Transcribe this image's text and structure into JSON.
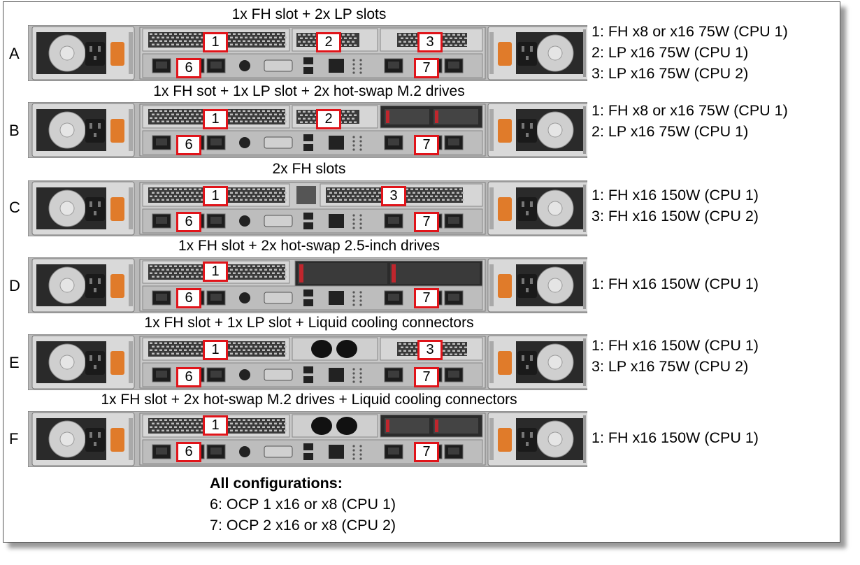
{
  "configs": [
    {
      "letter": "A",
      "title": "1x FH slot + 2x LP slots",
      "slot_lines": [
        "1: FH x8 or x16 75W (CPU 1)",
        "2: LP x16 75W (CPU 1)",
        "3: LP x16 75W (CPU 2)"
      ],
      "badges": [
        "1",
        "2",
        "3",
        "6",
        "7"
      ]
    },
    {
      "letter": "B",
      "title": "1x FH sot + 1x LP slot + 2x hot-swap M.2 drives",
      "slot_lines": [
        "1: FH x8 or x16 75W (CPU 1)",
        "2: LP x16 75W (CPU 1)"
      ],
      "badges": [
        "1",
        "2",
        "6",
        "7"
      ]
    },
    {
      "letter": "C",
      "title": "2x FH slots",
      "slot_lines": [
        "1: FH x16 150W (CPU 1)",
        "3: FH x16 150W (CPU 2)"
      ],
      "badges": [
        "1",
        "3",
        "6",
        "7"
      ]
    },
    {
      "letter": "D",
      "title": "1x FH slot + 2x hot-swap 2.5-inch drives",
      "slot_lines": [
        "1: FH x16 150W (CPU 1)"
      ],
      "badges": [
        "1",
        "6",
        "7"
      ]
    },
    {
      "letter": "E",
      "title": "1x FH slot + 1x LP slot + Liquid cooling connectors",
      "slot_lines": [
        "1: FH x16 150W (CPU 1)",
        "3: LP x16 75W (CPU 2)"
      ],
      "badges": [
        "1",
        "3",
        "6",
        "7"
      ]
    },
    {
      "letter": "F",
      "title": "1x FH slot + 2x hot-swap M.2 drives + Liquid cooling connectors",
      "slot_lines": [
        "1: FH x16 150W (CPU 1)"
      ],
      "badges": [
        "1",
        "6",
        "7"
      ]
    }
  ],
  "footer": {
    "header": "All configurations:",
    "lines": [
      "6: OCP 1 x16 or x8 (CPU 1)",
      "7: OCP 2 x16 or x8 (CPU 2)"
    ]
  },
  "colors": {
    "badge_border": "#e0141a",
    "psu_handle": "#e07b2a",
    "chassis": "#c9c9c9",
    "frame_shadow": "#9a9a9a"
  }
}
